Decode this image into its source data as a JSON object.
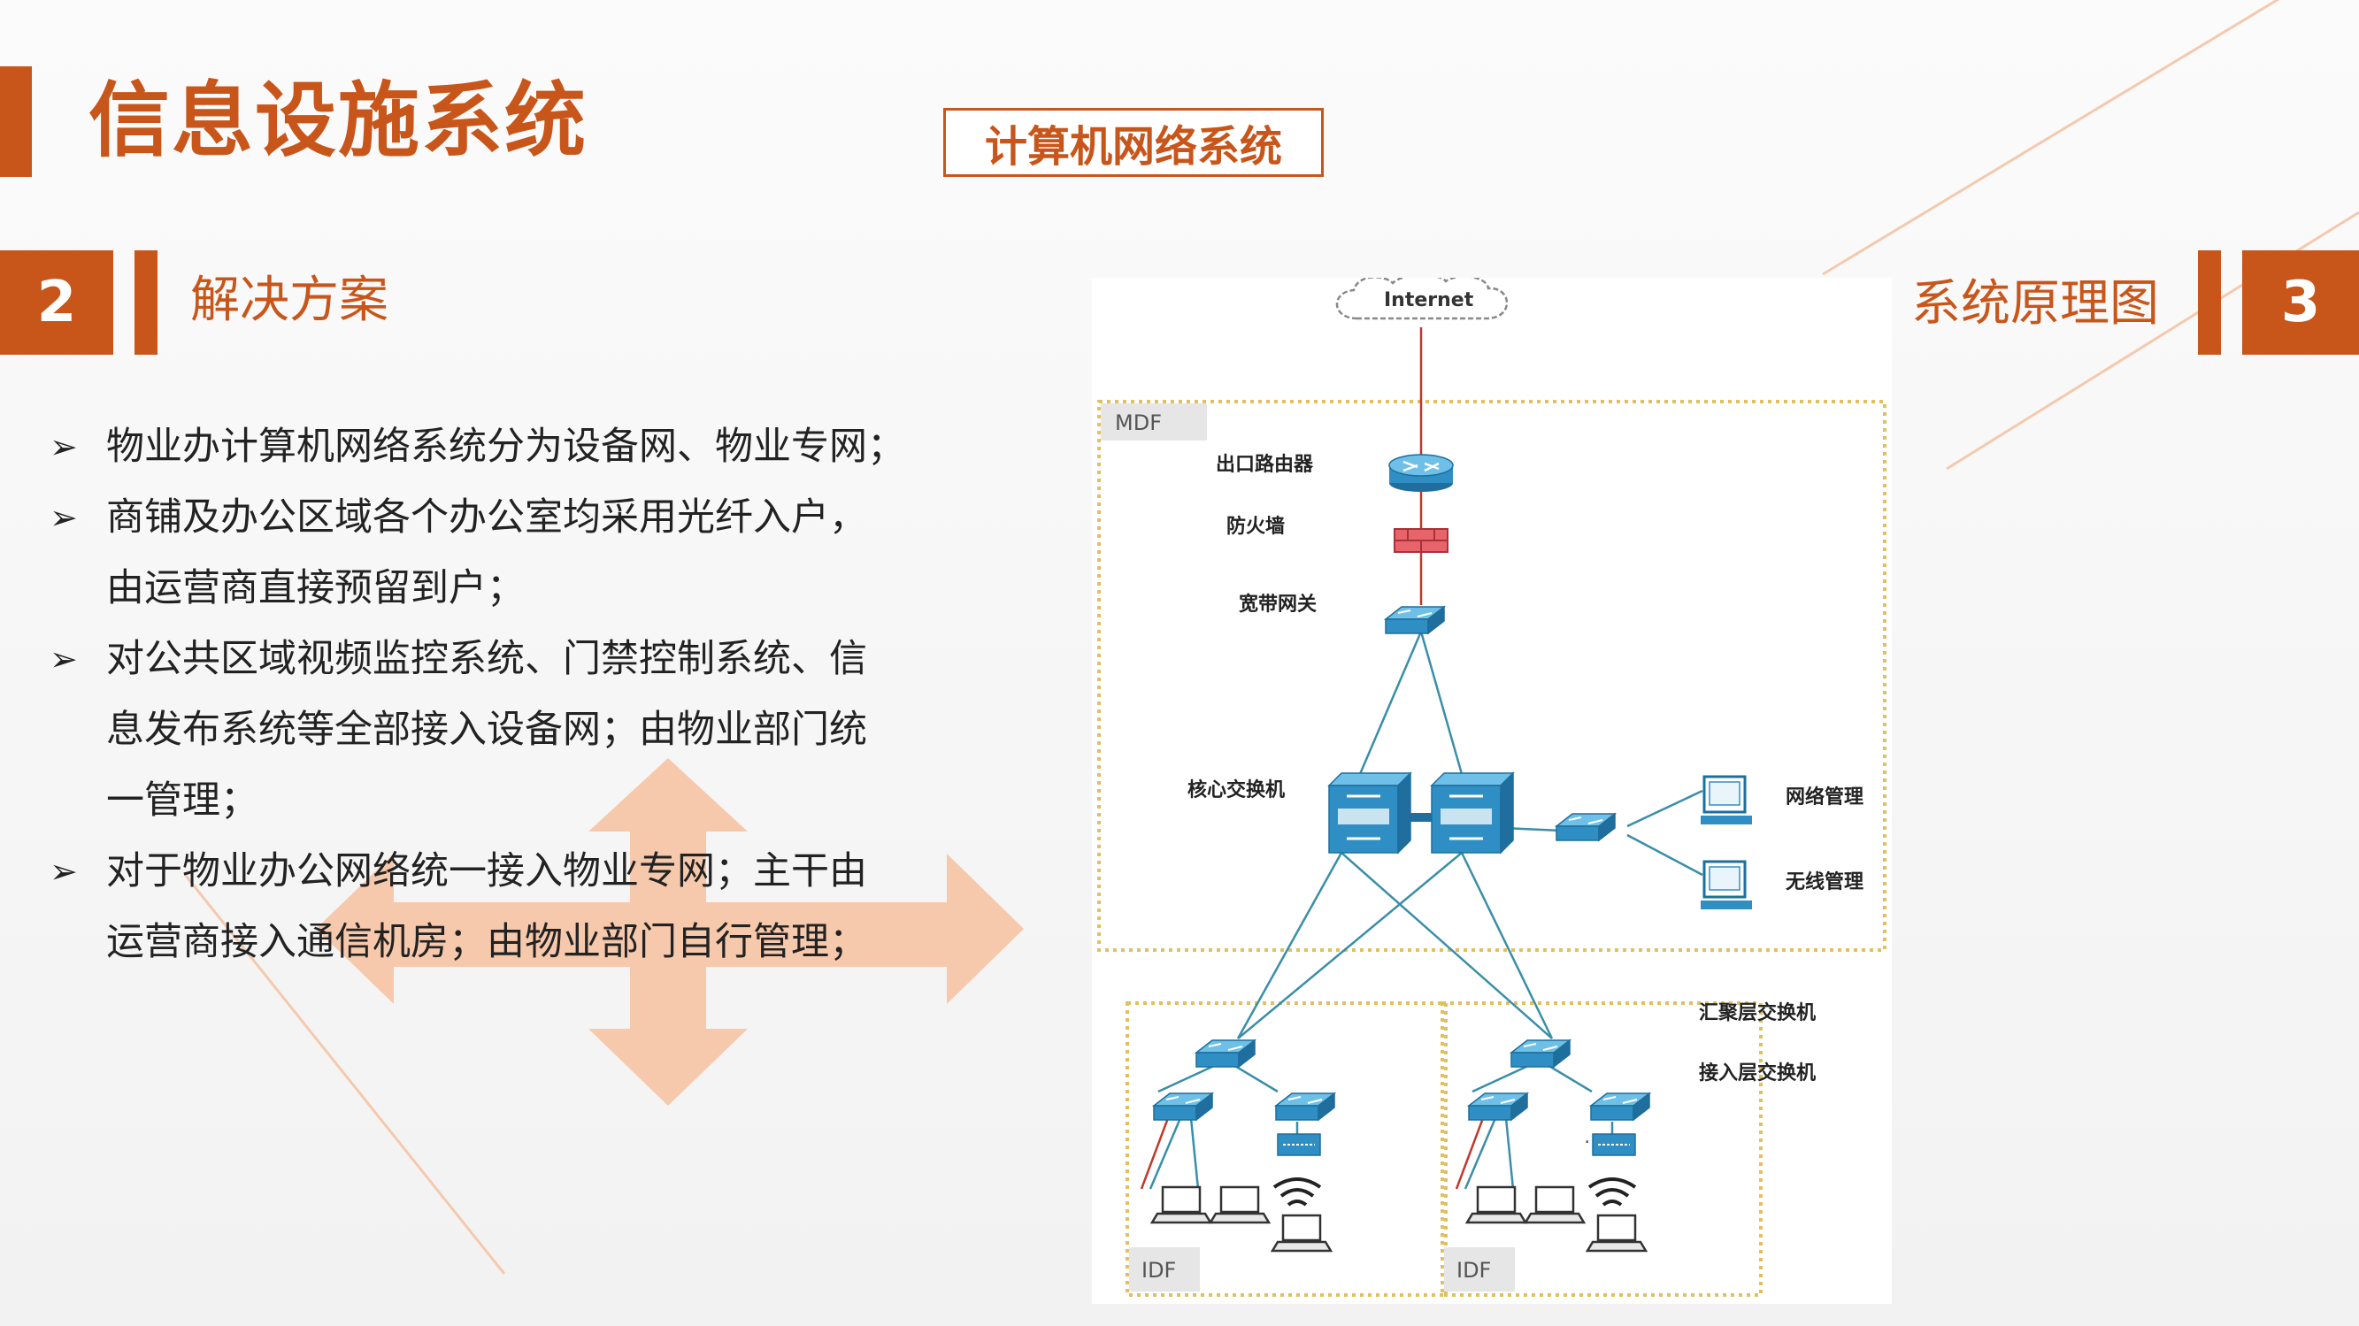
{
  "header": {
    "title": "信息设施系统",
    "subtitle": "计算机网络系统"
  },
  "section_left": {
    "number": "2",
    "heading": "解决方案"
  },
  "section_right": {
    "number": "3",
    "heading": "系统原理图"
  },
  "bullets": [
    {
      "lines": [
        "物业办计算机网络系统分为设备网、物业专网；"
      ]
    },
    {
      "lines": [
        "商铺及办公区域各个办公室均采用光纤入户，",
        "由运营商直接预留到户；"
      ]
    },
    {
      "lines": [
        "对公共区域视频监控系统、门禁控制系统、信",
        "息发布系统等全部接入设备网；由物业部门统",
        "一管理；"
      ]
    },
    {
      "lines": [
        "对于物业办公网络统一接入物业专网；主干由",
        "运营商接入通信机房；由物业部门自行管理；"
      ]
    }
  ],
  "diagram": {
    "internet": "Internet",
    "mdf": "MDF",
    "exit_router": "出口路由器",
    "firewall": "防火墙",
    "broadband_gateway": "宽带网关",
    "core_switch": "核心交换机",
    "network_mgmt": "网络管理",
    "wireless_mgmt": "无线管理",
    "aggregation_switch": "汇聚层交换机",
    "access_switch": "接入层交换机",
    "idf": "IDF",
    "ellipsis": "……"
  },
  "colors": {
    "accent": "#c8561b",
    "decor_arrow": "#f7c4a4",
    "device_blue": "#2f8fc4",
    "link_teal": "#3a8ea8",
    "dotted_border": "#e0c060"
  }
}
